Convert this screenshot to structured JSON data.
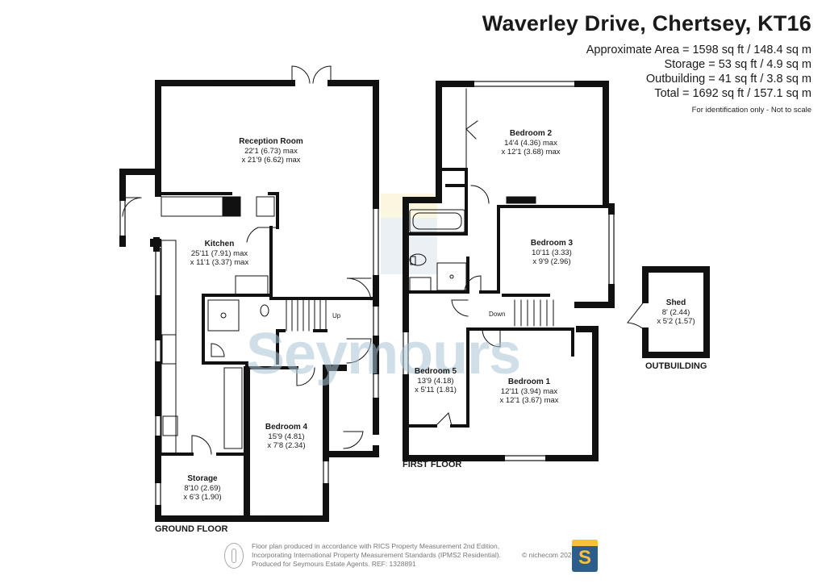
{
  "header": {
    "title": "Waverley Drive, Chertsey, KT16",
    "area_lines": [
      "Approximate Area = 1598 sq ft / 148.4 sq m",
      "Storage = 53 sq ft / 4.9 sq m",
      "Outbuilding = 41 sq ft / 3.8 sq m",
      "Total = 1692 sq ft / 157.1 sq m"
    ],
    "disclaimer": "For identification only - Not to scale"
  },
  "rooms": {
    "reception": {
      "name": "Reception Room",
      "l1": "22'1 (6.73) max",
      "l2": "x 21'9 (6.62) max"
    },
    "kitchen": {
      "name": "Kitchen",
      "l1": "25'11 (7.91) max",
      "l2": "x 11'1 (3.37) max"
    },
    "bedroom4": {
      "name": "Bedroom 4",
      "l1": "15'9 (4.81)",
      "l2": "x 7'8 (2.34)"
    },
    "storage": {
      "name": "Storage",
      "l1": "8'10 (2.69)",
      "l2": "x 6'3 (1.90)"
    },
    "bedroom2": {
      "name": "Bedroom 2",
      "l1": "14'4 (4.36) max",
      "l2": "x 12'1 (3.68) max"
    },
    "bedroom3": {
      "name": "Bedroom 3",
      "l1": "10'11 (3.33)",
      "l2": "x 9'9 (2.96)"
    },
    "bedroom5": {
      "name": "Bedroom 5",
      "l1": "13'9 (4.18)",
      "l2": "x 5'11 (1.81)"
    },
    "bedroom1": {
      "name": "Bedroom 1",
      "l1": "12'11 (3.94) max",
      "l2": "x 12'1 (3.67) max"
    },
    "shed": {
      "name": "Shed",
      "l1": "8' (2.44)",
      "l2": "x 5'2 (1.57)"
    }
  },
  "stairs": {
    "up": "Up",
    "down": "Down"
  },
  "floors": {
    "ground": "GROUND FLOOR",
    "first": "FIRST FLOOR",
    "outbuilding": "OUTBUILDING"
  },
  "watermark": "Seymours",
  "footer": {
    "lines": [
      "Floor plan produced in accordance with RICS Property Measurement 2nd Edition,",
      "Incorporating International Property Measurement Standards (IPMS2 Residential).",
      "Produced for Seymours Estate Agents.   REF: 1328891"
    ],
    "brand": "© nichecom 2025.",
    "logo_letter": "S"
  },
  "colors": {
    "wall": "#111111",
    "accent_yellow": "#f5c23a",
    "brand_blue": "#2d5e8b",
    "watermark": "#a9c4d4"
  }
}
